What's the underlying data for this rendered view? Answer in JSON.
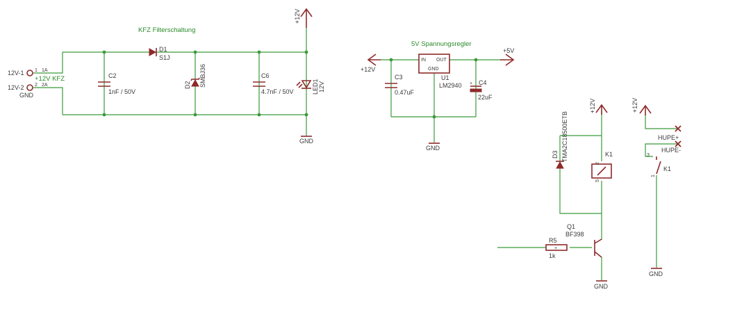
{
  "filter": {
    "title": "KFZ Filterschaltung",
    "connector": {
      "pin1": "12V-1",
      "pin2": "12V-2",
      "pin1_no": "1",
      "pin2_no": "2",
      "pin1_name": "1A",
      "pin2_name": "2A",
      "net_label": "+12V KFZ",
      "gnd_label": "GND"
    },
    "c2": {
      "name": "C2",
      "value": "1nF / 50V"
    },
    "d1": {
      "name": "D1",
      "value": "S1J"
    },
    "d2": {
      "name": "D2",
      "value": "SMBJ36"
    },
    "c6": {
      "name": "C6",
      "value": "4.7nF / 50V"
    },
    "led1": {
      "name": "LED1",
      "value": "12V"
    },
    "supply": "+12V",
    "gnd": "GND"
  },
  "regulator": {
    "title": "5V Spannungsregler",
    "in_supply": "+12V",
    "out_supply": "+5V",
    "c3": {
      "name": "C3",
      "value": "0.47uF"
    },
    "u1": {
      "name": "U1",
      "value": "LM2940",
      "pin_in": "IN",
      "pin_out": "OUT",
      "pin_gnd": "GND"
    },
    "c4": {
      "name": "C4",
      "value": "22uF"
    },
    "gnd": "GND"
  },
  "driver": {
    "supply": "+12V",
    "d3": {
      "name": "D3",
      "value": "TMA2C18500ETB"
    },
    "k1": {
      "name": "K1",
      "pin_top": "2",
      "pin_bottom": "5"
    },
    "q1": {
      "name": "Q1",
      "value": "BF398"
    },
    "r5": {
      "name": "R5",
      "value": "1k"
    },
    "gnd": "GND"
  },
  "horn": {
    "supply": "+12V",
    "hupe_plus": "HUPE+",
    "hupe_minus": "HUPE-",
    "k1": {
      "name": "K1",
      "pin3": "3",
      "pin1": "1"
    },
    "gnd": "GND"
  },
  "colors": {
    "wire": "#3a9a3a",
    "component": "#8e2a2a",
    "note": "#2a8a2a"
  }
}
